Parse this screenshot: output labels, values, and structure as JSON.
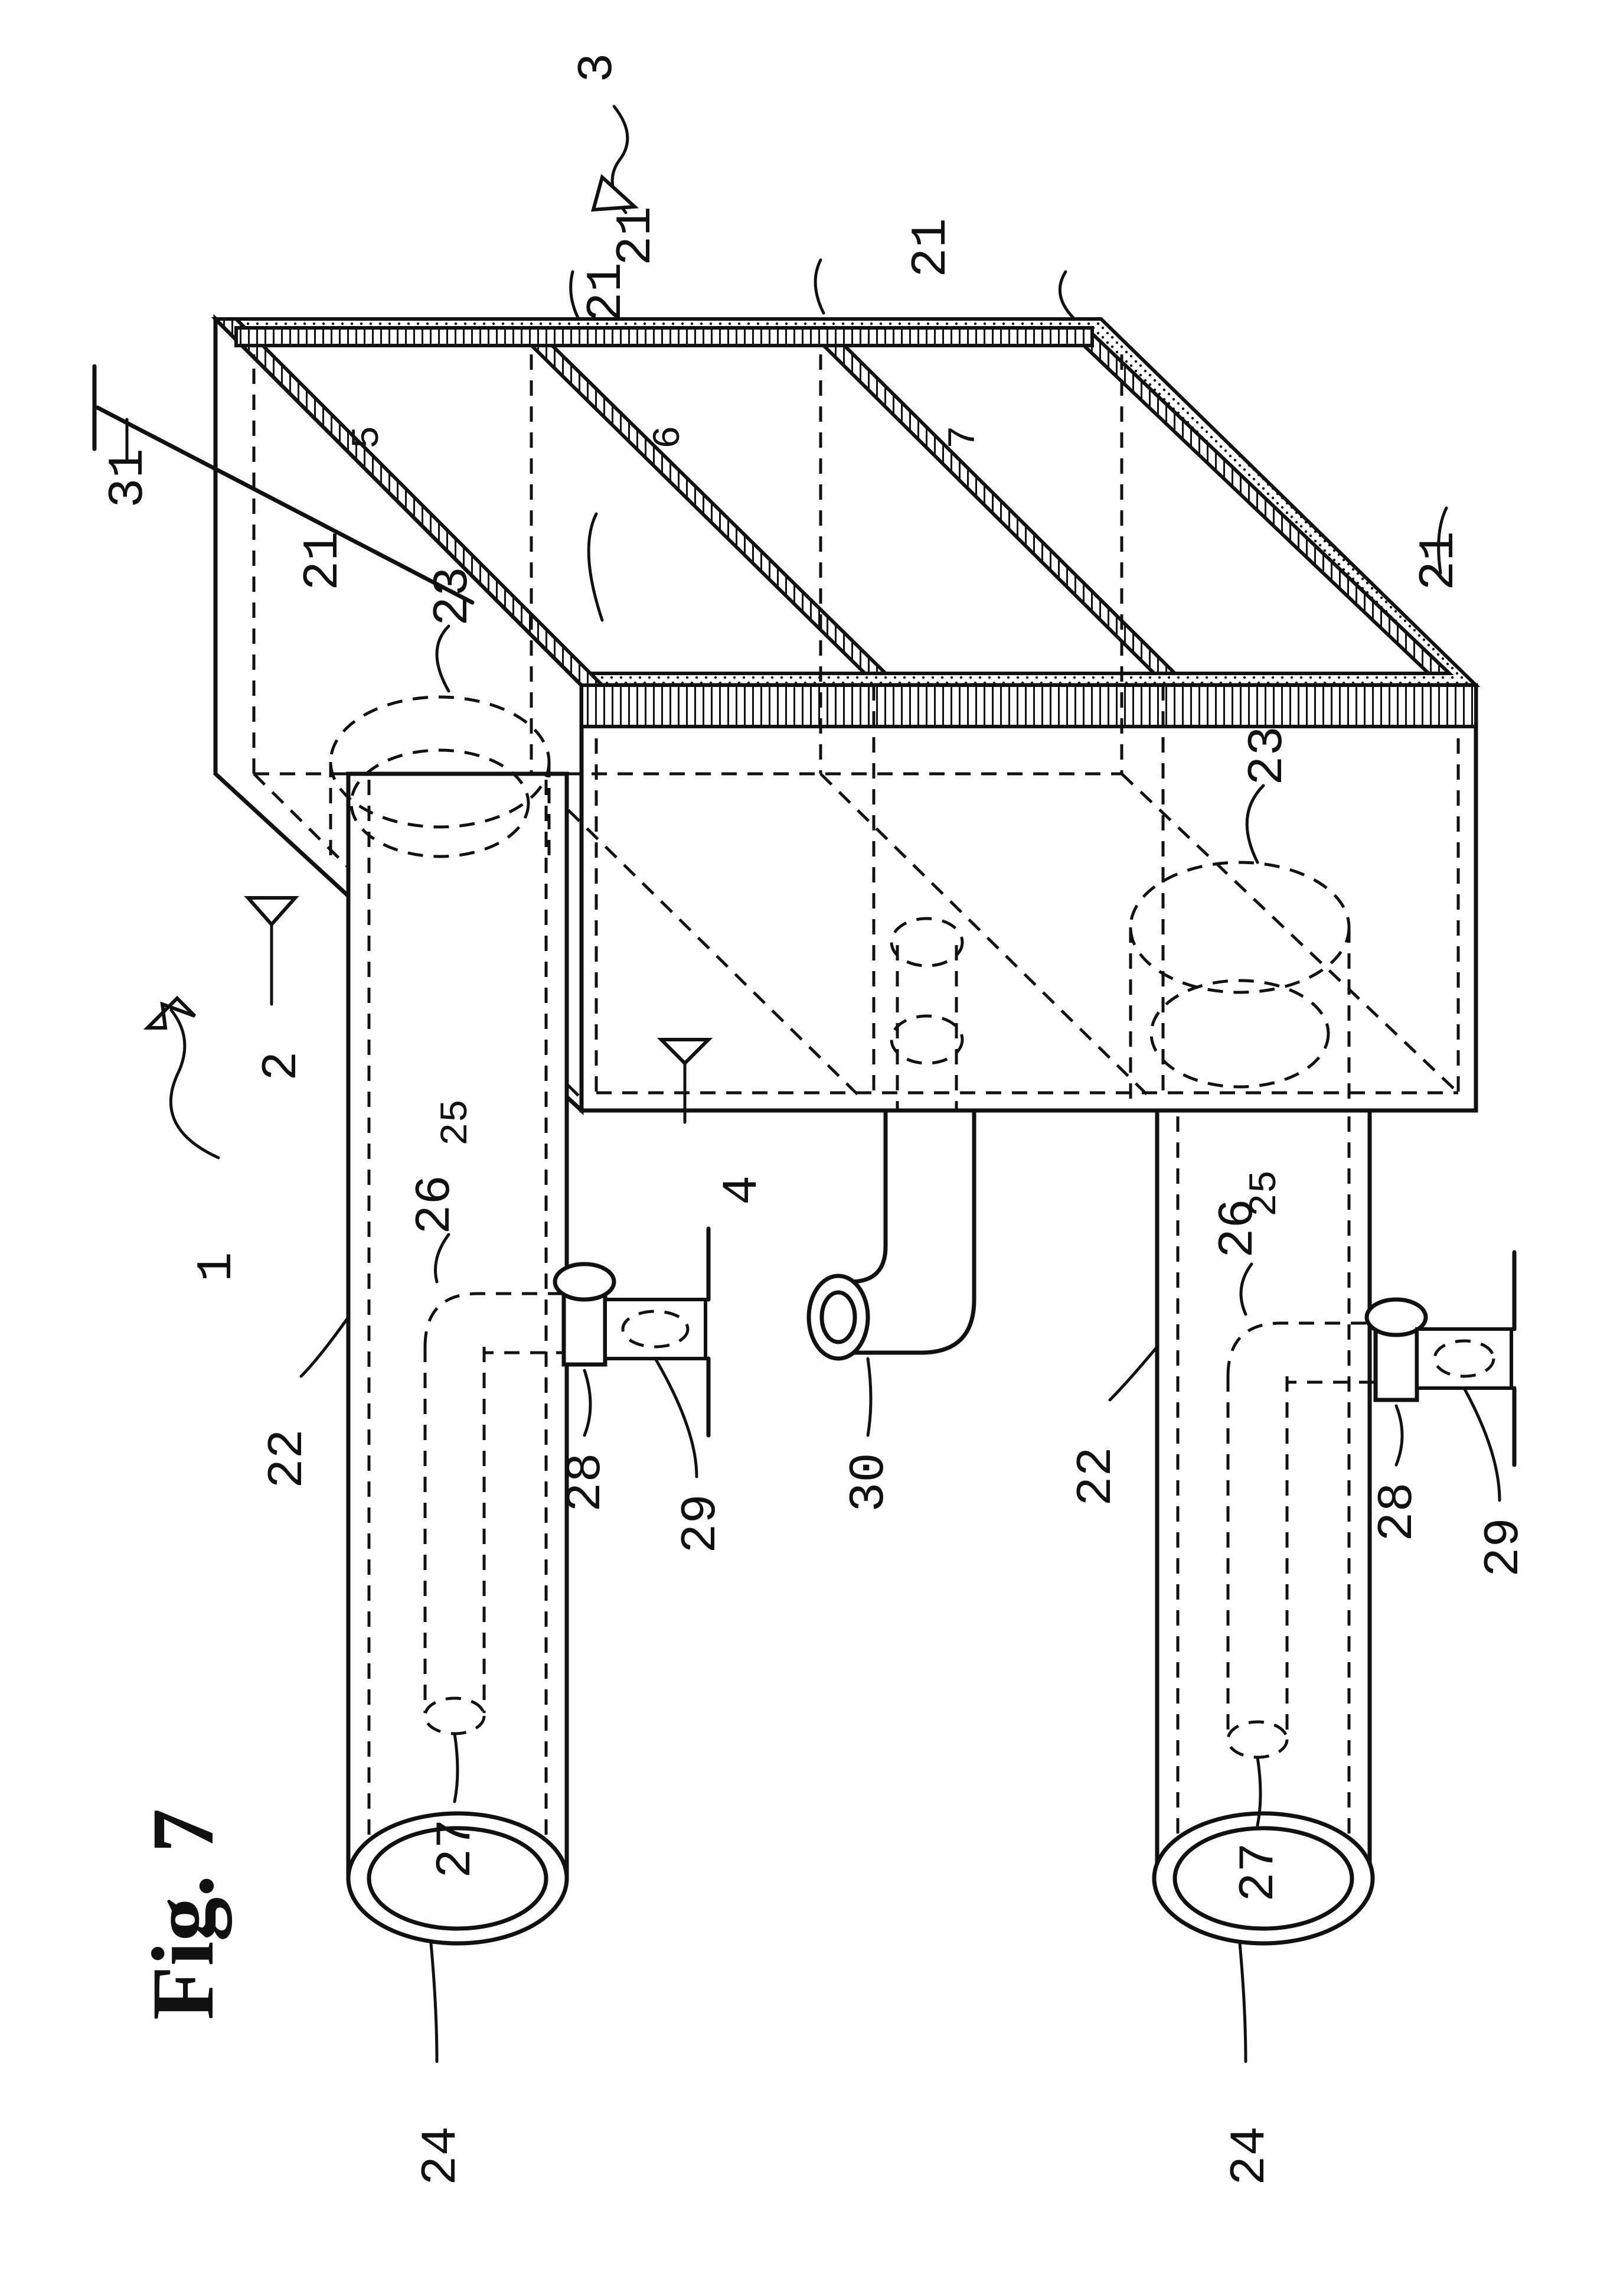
{
  "figure": {
    "title": "Fig. 7"
  },
  "labels": {
    "device": "1",
    "side": "2",
    "top": "3",
    "front": "4",
    "compartment_a": "5",
    "compartment_b": "6",
    "compartment_c": "7",
    "walls": [
      "21",
      "21",
      "21",
      "21",
      "21"
    ],
    "pipe": "22",
    "pipe_socket": "23",
    "pipe_end": "24",
    "pipe_bore": "25",
    "elbow": "26",
    "elbow_inlet": "27",
    "nozzle": "28",
    "feed_line": "29",
    "drain": "30",
    "probe": "31"
  }
}
